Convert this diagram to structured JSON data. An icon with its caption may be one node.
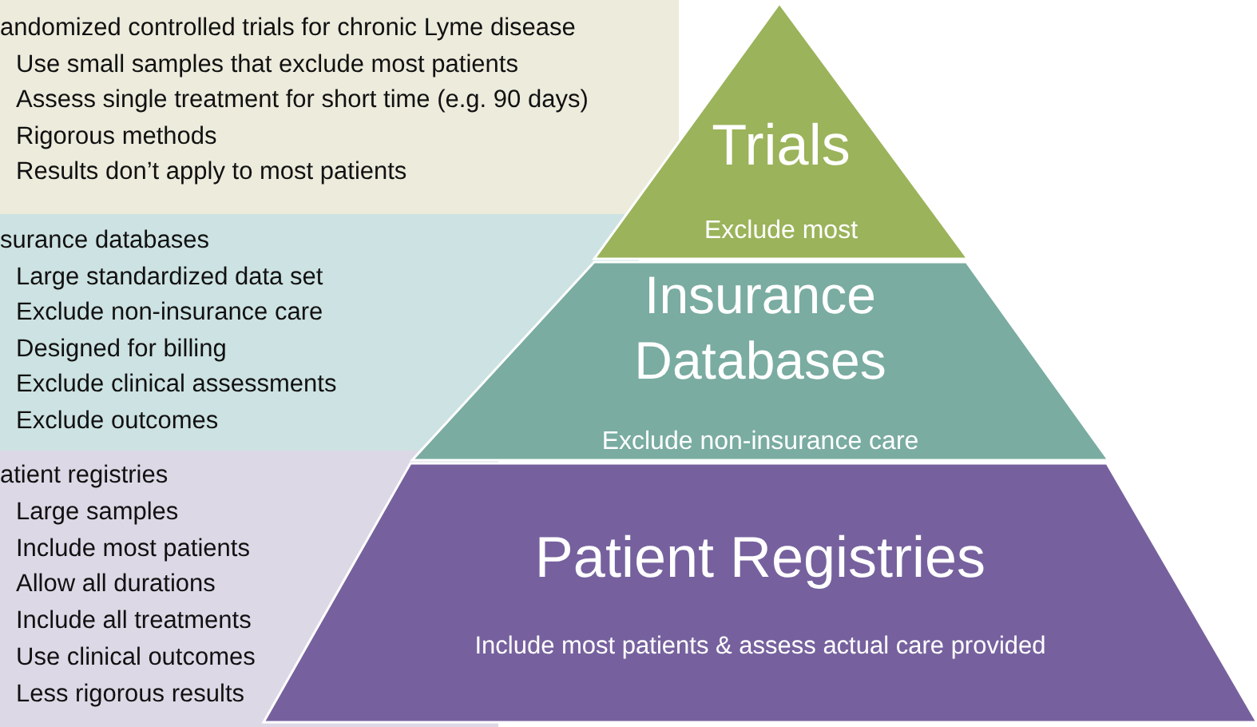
{
  "diagram": {
    "nodes": [
      {
        "text": [
          "andomized controlled trials for chronic Lyme disease",
          "Use small samples that exclude most patients",
          "Assess single treatment for short time  (e.g. 90 days)",
          "Rigorous methods",
          "Results don’t apply to most patients"
        ]
      },
      {
        "text": [
          "Trials",
          "Exclude most"
        ]
      },
      {
        "text": [
          "surance databases",
          "Large standardized data set",
          "Exclude non-insurance care",
          "Designed for billing",
          "Exclude clinical assessments",
          "Exclude outcomes"
        ]
      },
      {
        "text": [
          "Insurance Databases",
          "Exclude non-insurance care"
        ]
      },
      {
        "text": [
          "atient registries",
          "Large samples",
          "Include most patients",
          "Allow all durations",
          "Include all treatments",
          "Use clinical outcomes",
          "Less rigorous results"
        ]
      },
      {
        "text": [
          "Patient Registries",
          "Include most patients & assess actual care provided"
        ]
      }
    ]
  }
}
